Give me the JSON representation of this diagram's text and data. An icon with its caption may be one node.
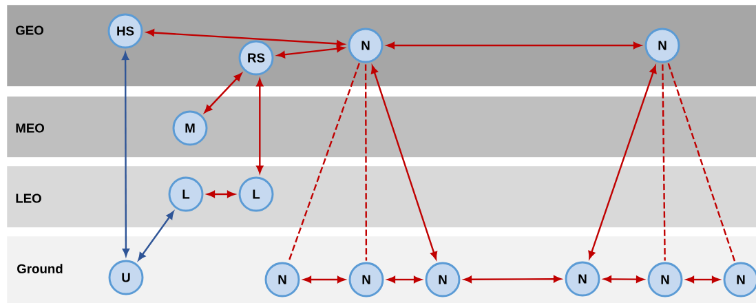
{
  "diagram": {
    "nodes": [
      {
        "text": [
          "GEO"
        ]
      },
      {
        "text": [
          "HS"
        ],
        "in": 0
      },
      {
        "text": [
          "N"
        ],
        "in": 0
      },
      {
        "text": [
          "N"
        ],
        "in": 0
      },
      {
        "text": [
          "RS"
        ],
        "in": 0
      },
      {
        "text": [
          "MEO"
        ]
      },
      {
        "text": [
          "M"
        ],
        "in": 5
      },
      {
        "text": [
          "LEO"
        ]
      },
      {
        "text": [
          "L"
        ],
        "in": 7
      },
      {
        "text": [
          "L"
        ],
        "in": 7
      },
      {
        "text": [
          "Ground"
        ]
      },
      {
        "text": [
          "U"
        ],
        "in": 10
      },
      {
        "text": [
          "N"
        ],
        "in": 10
      },
      {
        "text": [
          "N"
        ],
        "in": 10
      },
      {
        "text": [
          "N"
        ],
        "in": 10
      },
      {
        "text": [
          "N"
        ],
        "in": 10
      },
      {
        "text": [
          "N"
        ],
        "in": 10
      },
      {
        "text": [
          "N"
        ],
        "in": 10
      }
    ],
    "edges": [
      {
        "from": 1,
        "to": 2,
        "arrow": "both"
      },
      {
        "from": 2,
        "to": 3,
        "arrow": "both"
      },
      {
        "from": 2,
        "to": 4,
        "arrow": "both"
      },
      {
        "from": 4,
        "to": 6,
        "arrow": "both"
      },
      {
        "from": 4,
        "to": 9,
        "arrow": "both"
      },
      {
        "from": 8,
        "to": 9,
        "arrow": "both"
      },
      {
        "from": 1,
        "to": 11,
        "arrow": "both",
        "color": "#2f5597"
      },
      {
        "from": 8,
        "to": 11,
        "arrow": "both",
        "color": "#2f5597"
      },
      {
        "from": 2,
        "to": 12,
        "arrow": "none",
        "style": "dashed"
      },
      {
        "from": 2,
        "to": 13,
        "arrow": "none",
        "style": "dashed"
      },
      {
        "from": 2,
        "to": 14,
        "arrow": "both"
      },
      {
        "from": 3,
        "to": 15,
        "arrow": "both"
      },
      {
        "from": 3,
        "to": 16,
        "arrow": "none",
        "style": "dashed"
      },
      {
        "from": 3,
        "to": 17,
        "arrow": "none",
        "style": "dashed"
      },
      {
        "from": 12,
        "to": 13,
        "arrow": "both"
      },
      {
        "from": 13,
        "to": 14,
        "arrow": "both"
      },
      {
        "from": 14,
        "to": 15,
        "arrow": "both"
      },
      {
        "from": 15,
        "to": 16,
        "arrow": "both"
      },
      {
        "from": 16,
        "to": 17,
        "arrow": "both"
      }
    ]
  }
}
